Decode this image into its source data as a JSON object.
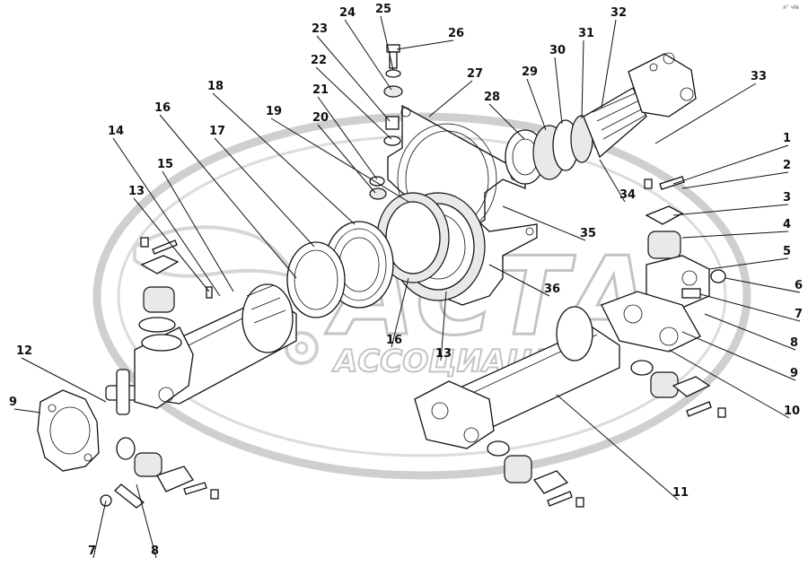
{
  "watermark": {
    "brand": "АСТА",
    "subtitle": "АССОЦИАЦИЯ",
    "oval_color": "#cfcfcf",
    "text_color": "#c4c4c4"
  },
  "corner_mark": "я° ч№",
  "callouts": [
    "1",
    "2",
    "3",
    "4",
    "5",
    "6",
    "7",
    "8",
    "9",
    "10",
    "11",
    "12",
    "13",
    "14",
    "15",
    "16",
    "17",
    "18",
    "19",
    "20",
    "21",
    "22",
    "23",
    "24",
    "25",
    "26",
    "27",
    "28",
    "29",
    "30",
    "31",
    "32",
    "33",
    "34",
    "35",
    "36",
    "7",
    "8",
    "9",
    "13",
    "16"
  ]
}
